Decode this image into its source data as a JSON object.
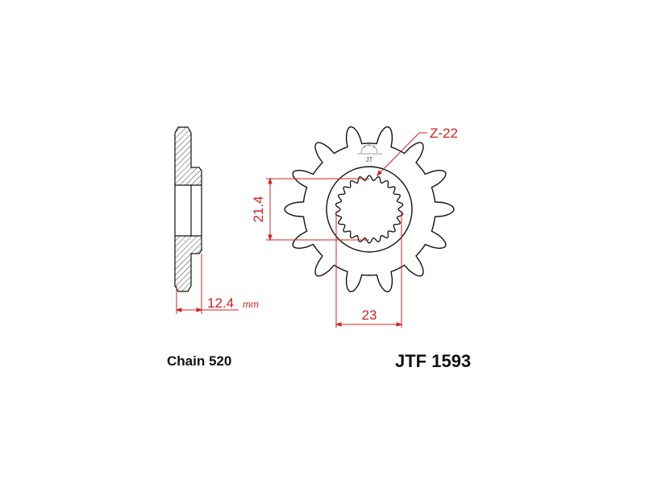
{
  "drawing": {
    "tooth_label": "Z-22",
    "dim_inner": "21.4",
    "dim_outer": "23",
    "dim_thickness": "12.4",
    "unit": "mm",
    "colors": {
      "line": "#111111",
      "dimension": "#d42020"
    }
  },
  "footer": {
    "chain": "Chain 520",
    "part_number": "JTF 1593"
  },
  "logo_text": "JT"
}
